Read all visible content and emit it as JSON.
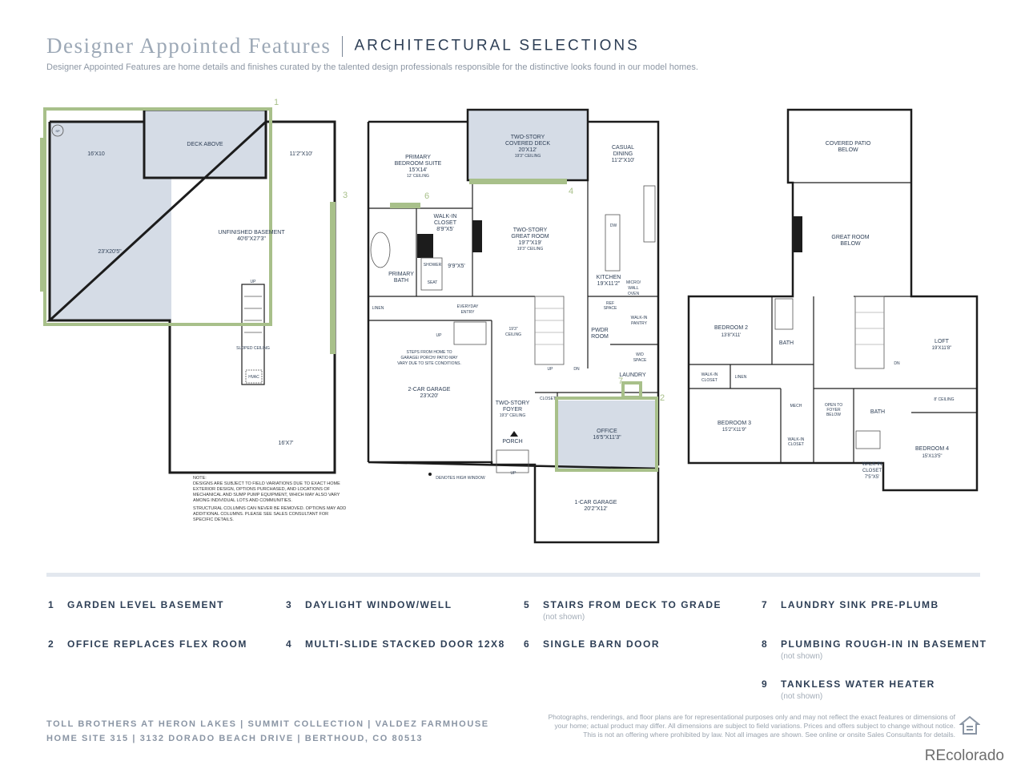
{
  "header": {
    "title": "Designer Appointed Features",
    "subtitle": "ARCHITECTURAL SELECTIONS",
    "description": "Designer Appointed Features are home details and finishes curated by the talented design professionals responsible for the distinctive looks found in our model homes."
  },
  "colors": {
    "highlight_green": "#a8c08a",
    "room_fill": "#d5dce6",
    "wall": "#1c1c1c",
    "text_navy": "#2d3e55"
  },
  "basement": {
    "rooms": [
      "16'X10",
      "DECK ABOVE",
      "11'2\"X10'",
      "23'X20'5\"",
      "UNFINISHED BASEMENT",
      "40'6\"X27'3\"",
      "16'X7'"
    ],
    "misc": [
      "UP",
      "SLOPED CEILING",
      "HVAC",
      "SP"
    ],
    "markers": [
      "1",
      "3"
    ],
    "note1": [
      "NOTE:",
      "DESIGNS ARE SUBJECT TO FIELD VARIATIONS DUE TO EXACT HOME",
      "EXTERIOR DESIGN, OPTIONS PURCHASED, AND LOCATIONS OF",
      "MECHANICAL AND SUMP PUMP EQUIPMENT, WHICH MAY ALSO VARY",
      "AMONG INDIVIDUAL LOTS AND COMMUNITIES."
    ],
    "note2": [
      "STRUCTURAL COLUMNS CAN NEVER BE REMOVED. OPTIONS MAY ADD",
      "ADDITIONAL COLUMNS. PLEASE SEE SALES CONSULTANT FOR",
      "SPECIFIC DETAILS."
    ]
  },
  "main": {
    "rooms": [
      "PRIMARY",
      "BEDROOM SUITE",
      "15'X14'",
      "12' CEILING",
      "TWO-STORY",
      "COVERED DECK",
      "20'X12'",
      "19'3\" CEILING",
      "CASUAL",
      "DINING",
      "11'2\"X10'",
      "WALK-IN",
      "CLOSET",
      "8'9\"X5'",
      "TWO-STORY",
      "GREAT ROOM",
      "19'7\"X19'",
      "19'3\" CEILING",
      "PRIMARY",
      "BATH",
      "9'9\"X5'",
      "SHOWER",
      "SEAT",
      "KITCHEN",
      "19'X11'2\"",
      "MICRO/",
      "WALL",
      "OVEN",
      "REF",
      "SPACE",
      "DW",
      "LINEN",
      "EVERYDAY",
      "ENTRY",
      "WALK-IN",
      "PANTRY",
      "PWDR",
      "ROOM",
      "19'3\"",
      "CEILING",
      "STEPS FROM HOME TO",
      "GARAGE/ PORCH/ PATIO MAY",
      "VARY DUE TO SITE CONDITIONS.",
      "W/D",
      "SPACE",
      "LAUNDRY",
      "2-CAR GARAGE",
      "23'X20'",
      "TWO-STORY",
      "FOYER",
      "19'3\" CEILING",
      "CLOSET",
      "OFFICE",
      "16'5\"X11'3\"",
      "PORCH",
      "DENOTES HIGH WINDOW",
      "1-CAR GARAGE",
      "20'2\"X12'"
    ],
    "misc": [
      "UP",
      "DN"
    ],
    "markers": [
      "6",
      "4",
      "7",
      "2"
    ]
  },
  "upper": {
    "rooms": [
      "COVERED PATIO",
      "BELOW",
      "GREAT ROOM",
      "BELOW",
      "BEDROOM 2",
      "13'8\"X11'",
      "BATH",
      "LOFT",
      "19'X11'8\"",
      "DN",
      "WALK-IN",
      "CLOSET",
      "LINEN",
      "8' CEILING",
      "BEDROOM 3",
      "15'2\"X11'9\"",
      "MECH",
      "OPEN TO",
      "FOYER",
      "BELOW",
      "BATH",
      "WALK-IN",
      "CLOSET",
      "BEDROOM 4",
      "15'X13'5\"",
      "WALK-IN",
      "CLOSET",
      "7'5\"X5'"
    ]
  },
  "features": [
    {
      "num": "1",
      "label": "GARDEN LEVEL BASEMENT",
      "note": ""
    },
    {
      "num": "2",
      "label": "OFFICE REPLACES FLEX ROOM",
      "note": ""
    },
    {
      "num": "3",
      "label": "DAYLIGHT WINDOW/WELL",
      "note": ""
    },
    {
      "num": "4",
      "label": "MULTI-SLIDE STACKED DOOR 12X8",
      "note": ""
    },
    {
      "num": "5",
      "label": "STAIRS FROM DECK TO GRADE",
      "note": "(not shown)"
    },
    {
      "num": "6",
      "label": "SINGLE BARN DOOR",
      "note": ""
    },
    {
      "num": "7",
      "label": "LAUNDRY SINK PRE-PLUMB",
      "note": ""
    },
    {
      "num": "8",
      "label": "PLUMBING ROUGH-IN IN BASEMENT",
      "note": "(not shown)"
    },
    {
      "num": "9",
      "label": "TANKLESS WATER HEATER",
      "note": "(not shown)"
    }
  ],
  "footer": {
    "line1": "TOLL BROTHERS AT HERON LAKES | SUMMIT COLLECTION | VALDEZ FARMHOUSE",
    "line2": "HOME SITE 315 | 3132 DORADO BEACH DRIVE | BERTHOUD, CO 80513",
    "disclaimer1": "Photographs, renderings, and floor plans are for representational purposes only and may not reflect the exact features or dimensions of",
    "disclaimer2": "your home; actual product may differ. All dimensions are subject to field variations. Prices and offers subject to change without notice.",
    "disclaimer3": "This is not an offering where prohibited by law. Not all images are shown. See online or onsite Sales Consultants for details.",
    "eho_icon": "equal-housing-opportunity-icon",
    "watermark": "REcolorado"
  }
}
